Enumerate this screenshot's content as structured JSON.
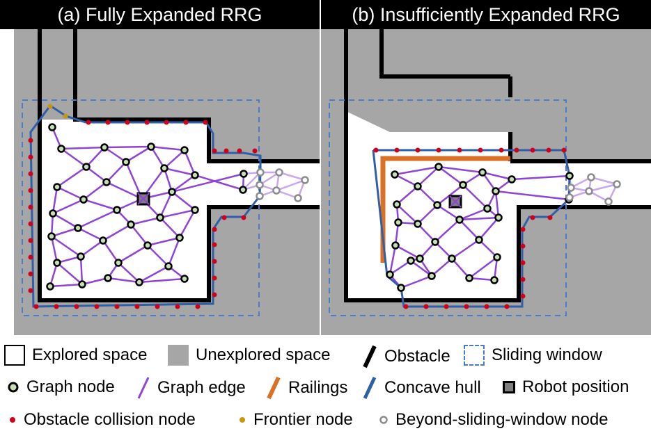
{
  "panels": {
    "a_title": "(a) Fully Expanded RRG",
    "b_title": "(b) Insufficiently Expanded RRG"
  },
  "legend": {
    "explored": "Explored space",
    "unexplored": "Unexplored space",
    "obstacle": "Obstacle",
    "sliding_window": "Sliding window",
    "graph_node": "Graph node",
    "graph_edge": "Graph edge",
    "railings": "Railings",
    "concave_hull": "Concave hull",
    "robot_position": "Robot position",
    "collision_node": "Obstacle collision node",
    "frontier_node": "Frontier node",
    "beyond_node": "Beyond-sliding-window node"
  },
  "colors": {
    "unexplored": "#a6a6a6",
    "explored": "#ffffff",
    "obstacle": "#000000",
    "graph_edge": "#8e44d6",
    "graph_node_fill": "#c6e0b4",
    "railings": "#d97226",
    "concave_hull": "#2e5fa8",
    "sliding_window": "#4a7cc8",
    "collision_node": "#d0021b",
    "frontier_node": "#c9960c",
    "beyond_node": "#8c8c8c",
    "robot": "#7f7f7f"
  }
}
